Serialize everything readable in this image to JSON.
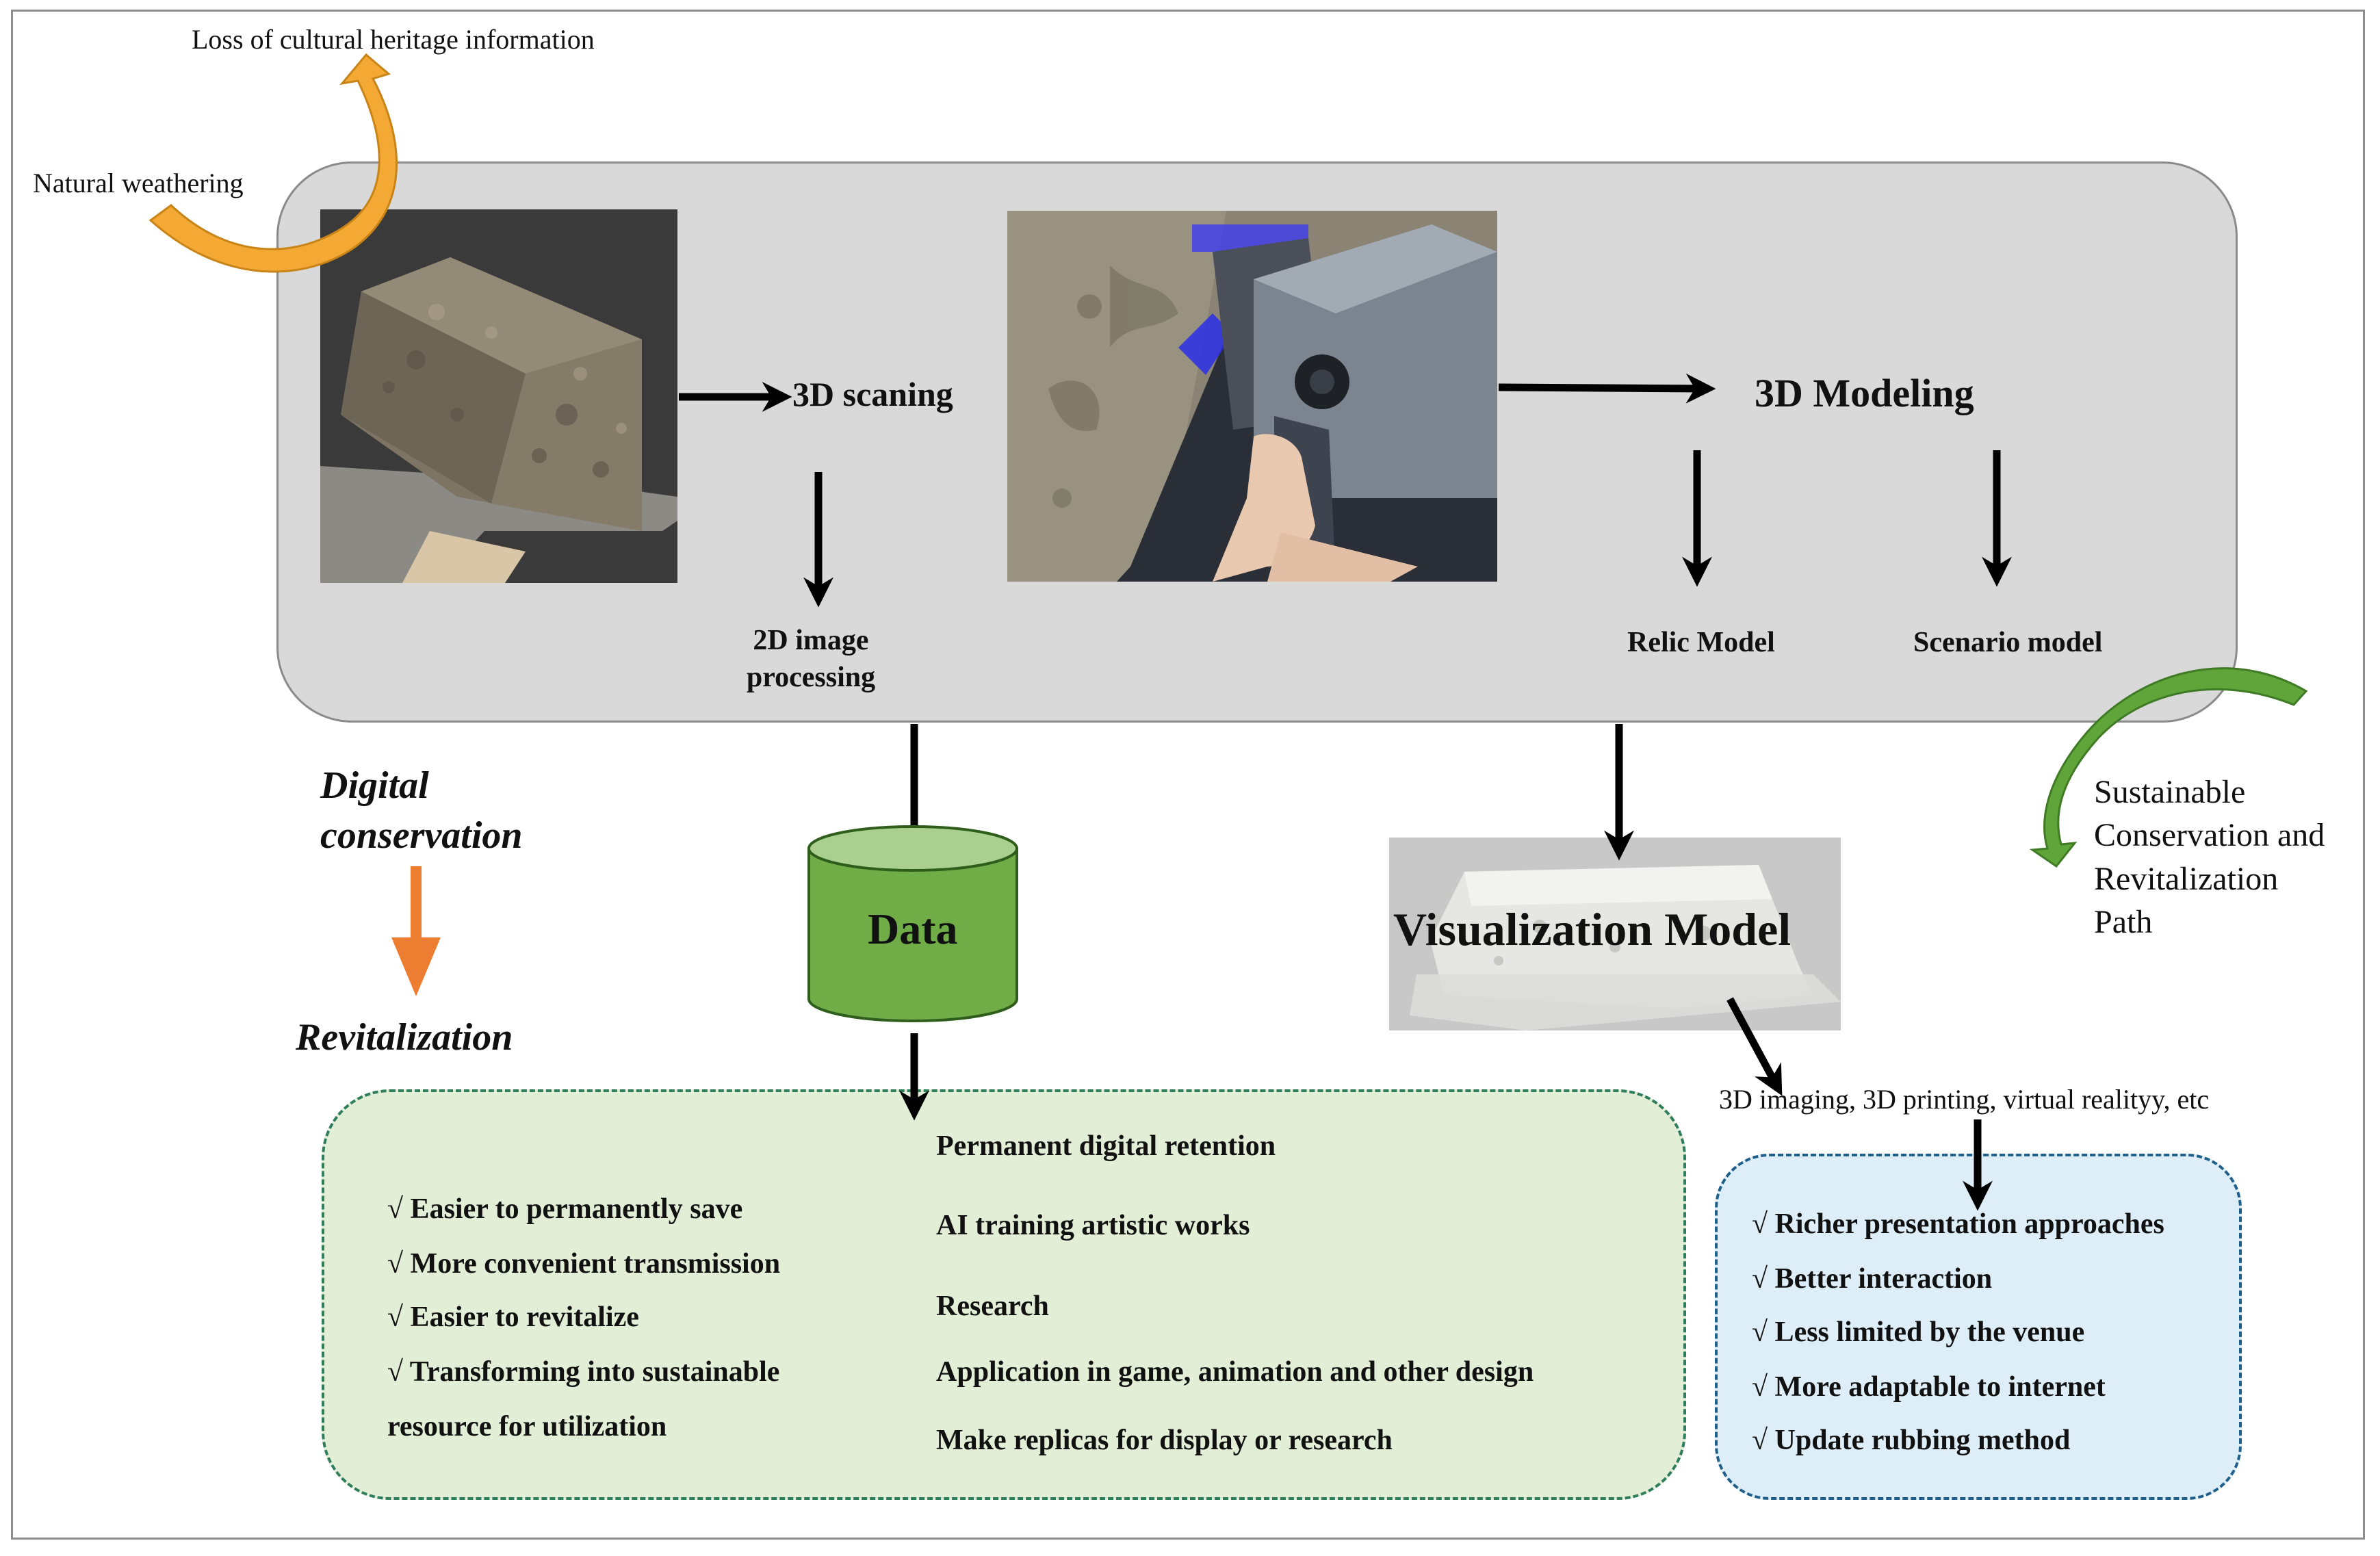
{
  "labels": {
    "loss": "Loss of cultural heritage information",
    "natural": "Natural weathering",
    "scan": "3D scaning",
    "modeling": "3D Modeling",
    "image_processing": "2D image processing",
    "relic": "Relic Model",
    "scenario": "Scenario model",
    "digital": "Digital conservation",
    "revitalization": "Revitalization",
    "data": "Data",
    "visualization": "Visualization Model",
    "path": "Sustainable Conservation and Revitalization Path",
    "imaging": "3D imaging, 3D printing, virtual realityy, etc"
  },
  "benefits": [
    "√ Easier to permanently save",
    "√ More convenient transmission",
    "√ Easier to revitalize",
    "√ Transforming into sustainable",
    "resource for utilization"
  ],
  "applications": [
    "Permanent digital retention",
    "AI training artistic works",
    "Research",
    "Application in game, animation and other design",
    "Make replicas for display or research"
  ],
  "visual_benefits": [
    "√ Richer presentation approaches",
    "√ Better interaction",
    "√ Less limited by the venue",
    "√ More adaptable to internet",
    "√ Update rubbing method"
  ],
  "colors": {
    "panel": "#d9d9d9",
    "data_cylinder": "#70ad47",
    "data_cylinder_top": "#a9d08e",
    "green_box": "#e3eed7",
    "blue_box": "#deeef8",
    "orange_arrow": "#f4a935",
    "green_arrow": "#5fa53a",
    "down_orange": "#ed7d31"
  },
  "icons": {
    "stone_photo": "stone-relic-photo",
    "scan_photo": "scanner-photo",
    "vis_image": "visualization-model-image"
  }
}
